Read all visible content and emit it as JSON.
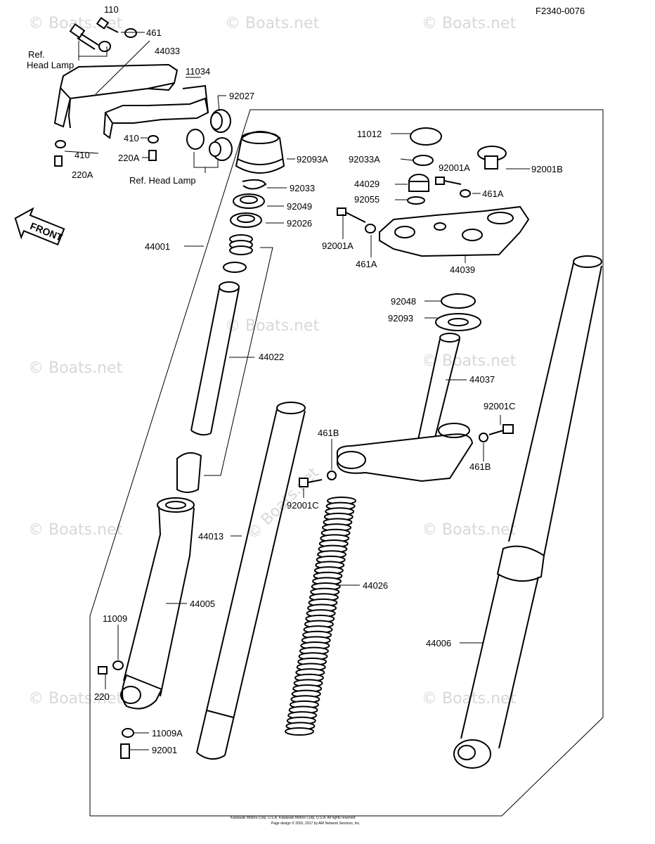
{
  "figure_code": "F2340-0076",
  "front_label": "FRONT",
  "watermark": "© Boats.net",
  "footer_lines": [
    "Kawasaki Motors Corp. U.S.A. Kawasaki Motors Corp. U.S.A. All rights reserved",
    "Page design © 2001, 2017 by ARI Network Services, Inc."
  ],
  "ref_labels": {
    "head_lamp_top": "Ref.\nHead Lamp",
    "head_lamp_bottom": "Ref.  Head Lamp"
  },
  "parts": [
    {
      "id": "110",
      "label": "110"
    },
    {
      "id": "461",
      "label": "461"
    },
    {
      "id": "44033",
      "label": "44033"
    },
    {
      "id": "11034",
      "label": "11034"
    },
    {
      "id": "92027",
      "label": "92027"
    },
    {
      "id": "410a",
      "label": "410"
    },
    {
      "id": "220Aa",
      "label": "220A"
    },
    {
      "id": "410b",
      "label": "410"
    },
    {
      "id": "220Ab",
      "label": "220A"
    },
    {
      "id": "11012",
      "label": "11012"
    },
    {
      "id": "92033A",
      "label": "92033A"
    },
    {
      "id": "92001A",
      "label": "92001A"
    },
    {
      "id": "92001B",
      "label": "92001B"
    },
    {
      "id": "92093A",
      "label": "92093A"
    },
    {
      "id": "44029",
      "label": "44029"
    },
    {
      "id": "461A",
      "label": "461A"
    },
    {
      "id": "92033",
      "label": "92033"
    },
    {
      "id": "92055",
      "label": "92055"
    },
    {
      "id": "92049",
      "label": "92049"
    },
    {
      "id": "92026",
      "label": "92026"
    },
    {
      "id": "92001A_b",
      "label": "92001A"
    },
    {
      "id": "461A_b",
      "label": "461A"
    },
    {
      "id": "44001",
      "label": "44001"
    },
    {
      "id": "44039",
      "label": "44039"
    },
    {
      "id": "92048",
      "label": "92048"
    },
    {
      "id": "92093",
      "label": "92093"
    },
    {
      "id": "44022",
      "label": "44022"
    },
    {
      "id": "44037",
      "label": "44037"
    },
    {
      "id": "92001C",
      "label": "92001C"
    },
    {
      "id": "461B",
      "label": "461B"
    },
    {
      "id": "461B_b",
      "label": "461B"
    },
    {
      "id": "92001C_b",
      "label": "92001C"
    },
    {
      "id": "44013",
      "label": "44013"
    },
    {
      "id": "44005",
      "label": "44005"
    },
    {
      "id": "44026",
      "label": "44026"
    },
    {
      "id": "11009",
      "label": "11009"
    },
    {
      "id": "44006",
      "label": "44006"
    },
    {
      "id": "220",
      "label": "220"
    },
    {
      "id": "11009A",
      "label": "11009A"
    },
    {
      "id": "92001",
      "label": "92001"
    }
  ]
}
